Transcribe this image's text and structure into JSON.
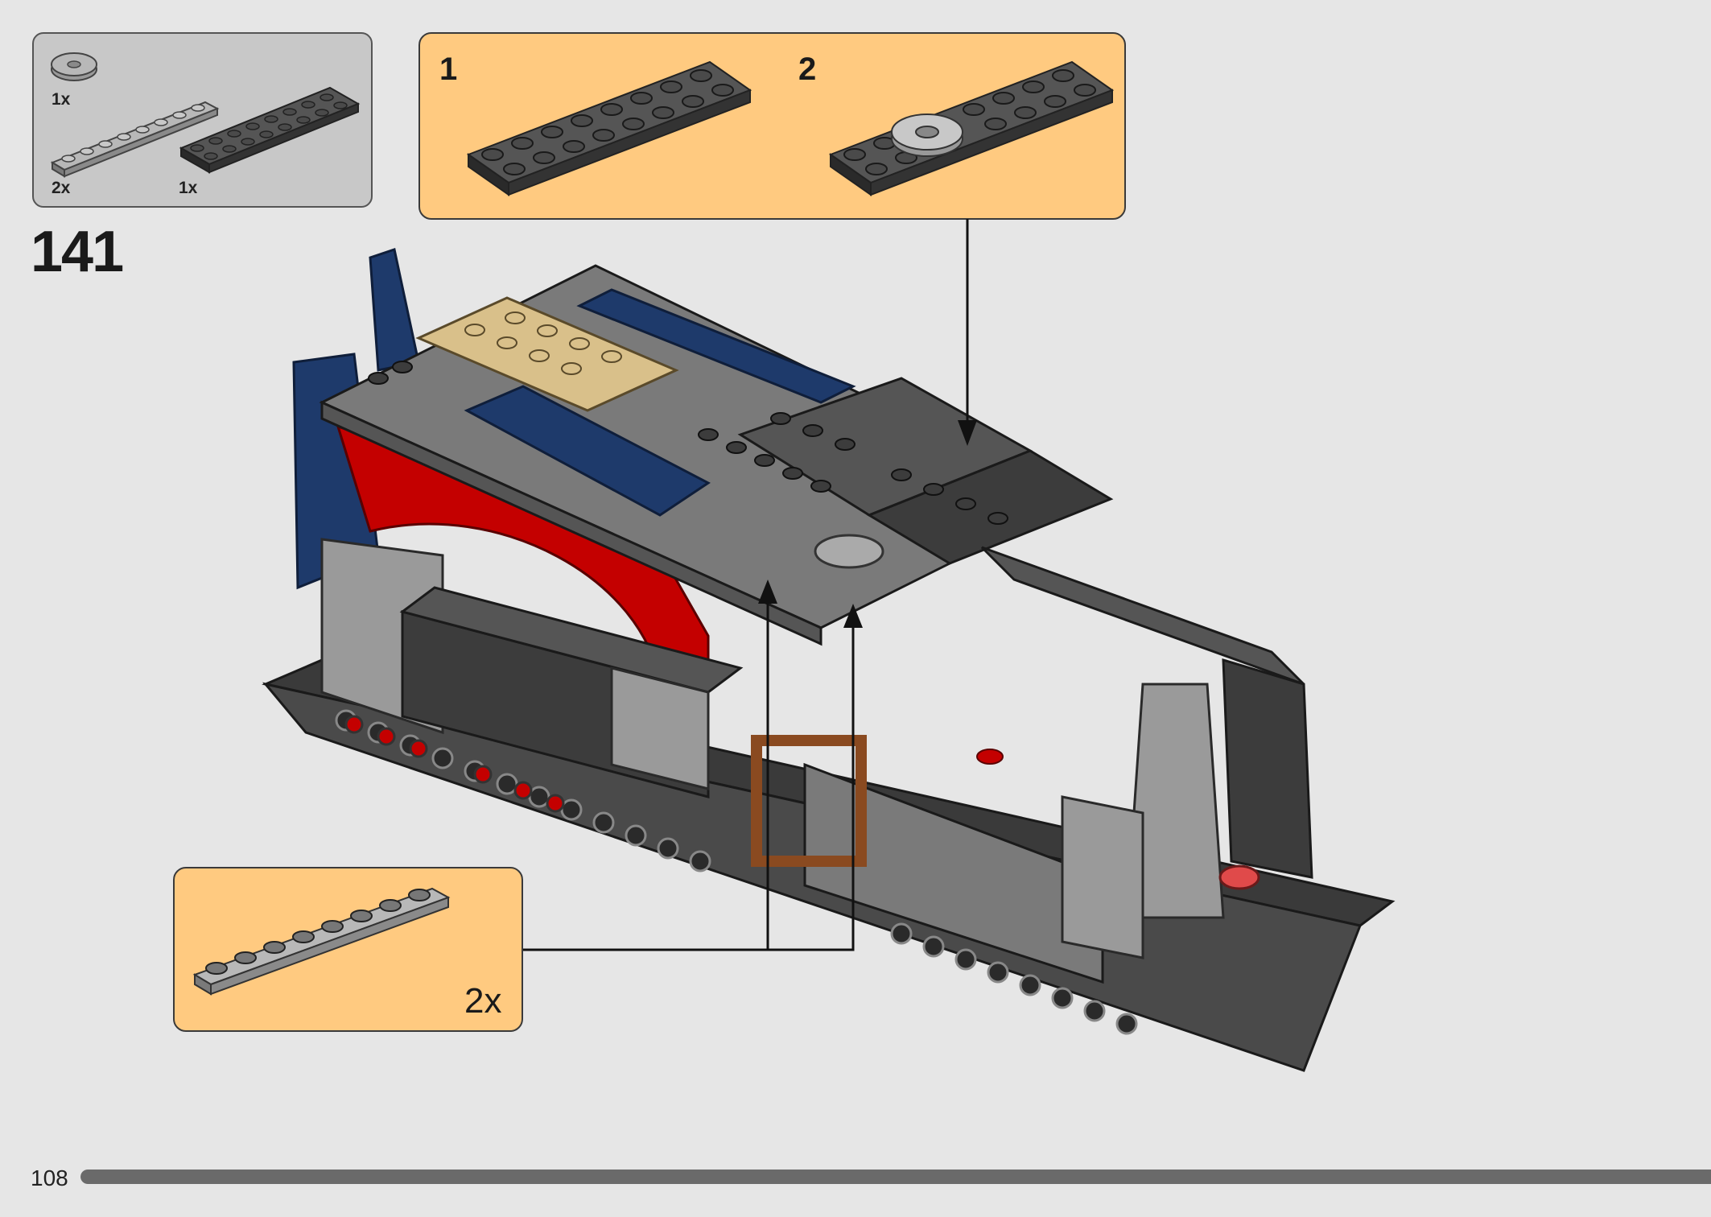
{
  "step": {
    "number": "141"
  },
  "parts_list": {
    "items": [
      {
        "name": "round-tile-1x1",
        "qty": "1x"
      },
      {
        "name": "plate-1x8",
        "qty": "2x"
      },
      {
        "name": "plate-2x8-black",
        "qty": "1x"
      }
    ]
  },
  "substeps": [
    {
      "label": "1"
    },
    {
      "label": "2"
    }
  ],
  "bottom_callout": {
    "multiplier": "2x"
  },
  "footer": {
    "page_number": "108",
    "progress": 1.0
  },
  "colors": {
    "background": "#e6e6e6",
    "callout": "#ffca80",
    "parts_box": "#c8c8c8",
    "brick_dark": "#3c3c3c",
    "brick_light": "#9a9a9a",
    "red": "#c40000",
    "blue": "#1e3a6b",
    "tan": "#d9c08a"
  }
}
